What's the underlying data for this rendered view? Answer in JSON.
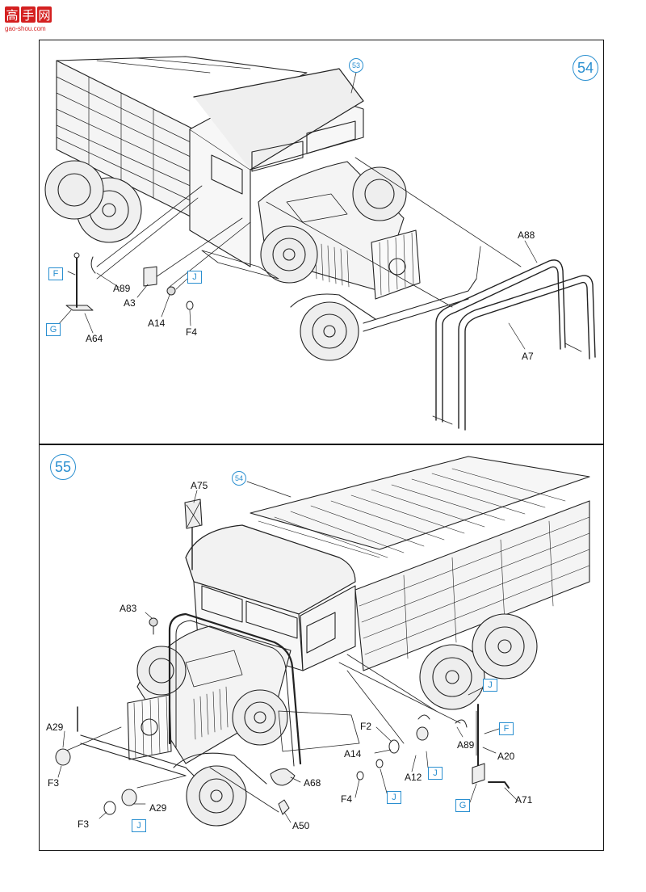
{
  "watermark": {
    "chars": "高手网",
    "url": "gao-shou.com"
  },
  "step54": {
    "number": "54",
    "ref_step": "53",
    "parts": [
      "A88",
      "A89",
      "A3",
      "A14",
      "F4",
      "A64",
      "A7"
    ],
    "paint_boxes": [
      "F",
      "G",
      "J"
    ]
  },
  "step55": {
    "number": "55",
    "ref_step": "54",
    "parts": [
      "A75",
      "A83",
      "A29",
      "F3",
      "F3",
      "A29",
      "A68",
      "A50",
      "F2",
      "A14",
      "A12",
      "F4",
      "A89",
      "A20",
      "A71"
    ],
    "paint_boxes": [
      "J",
      "J",
      "J",
      "J",
      "F",
      "G"
    ]
  },
  "colors": {
    "accent": "#2a8fd0",
    "line": "#111111",
    "logo_red": "#d42020"
  }
}
